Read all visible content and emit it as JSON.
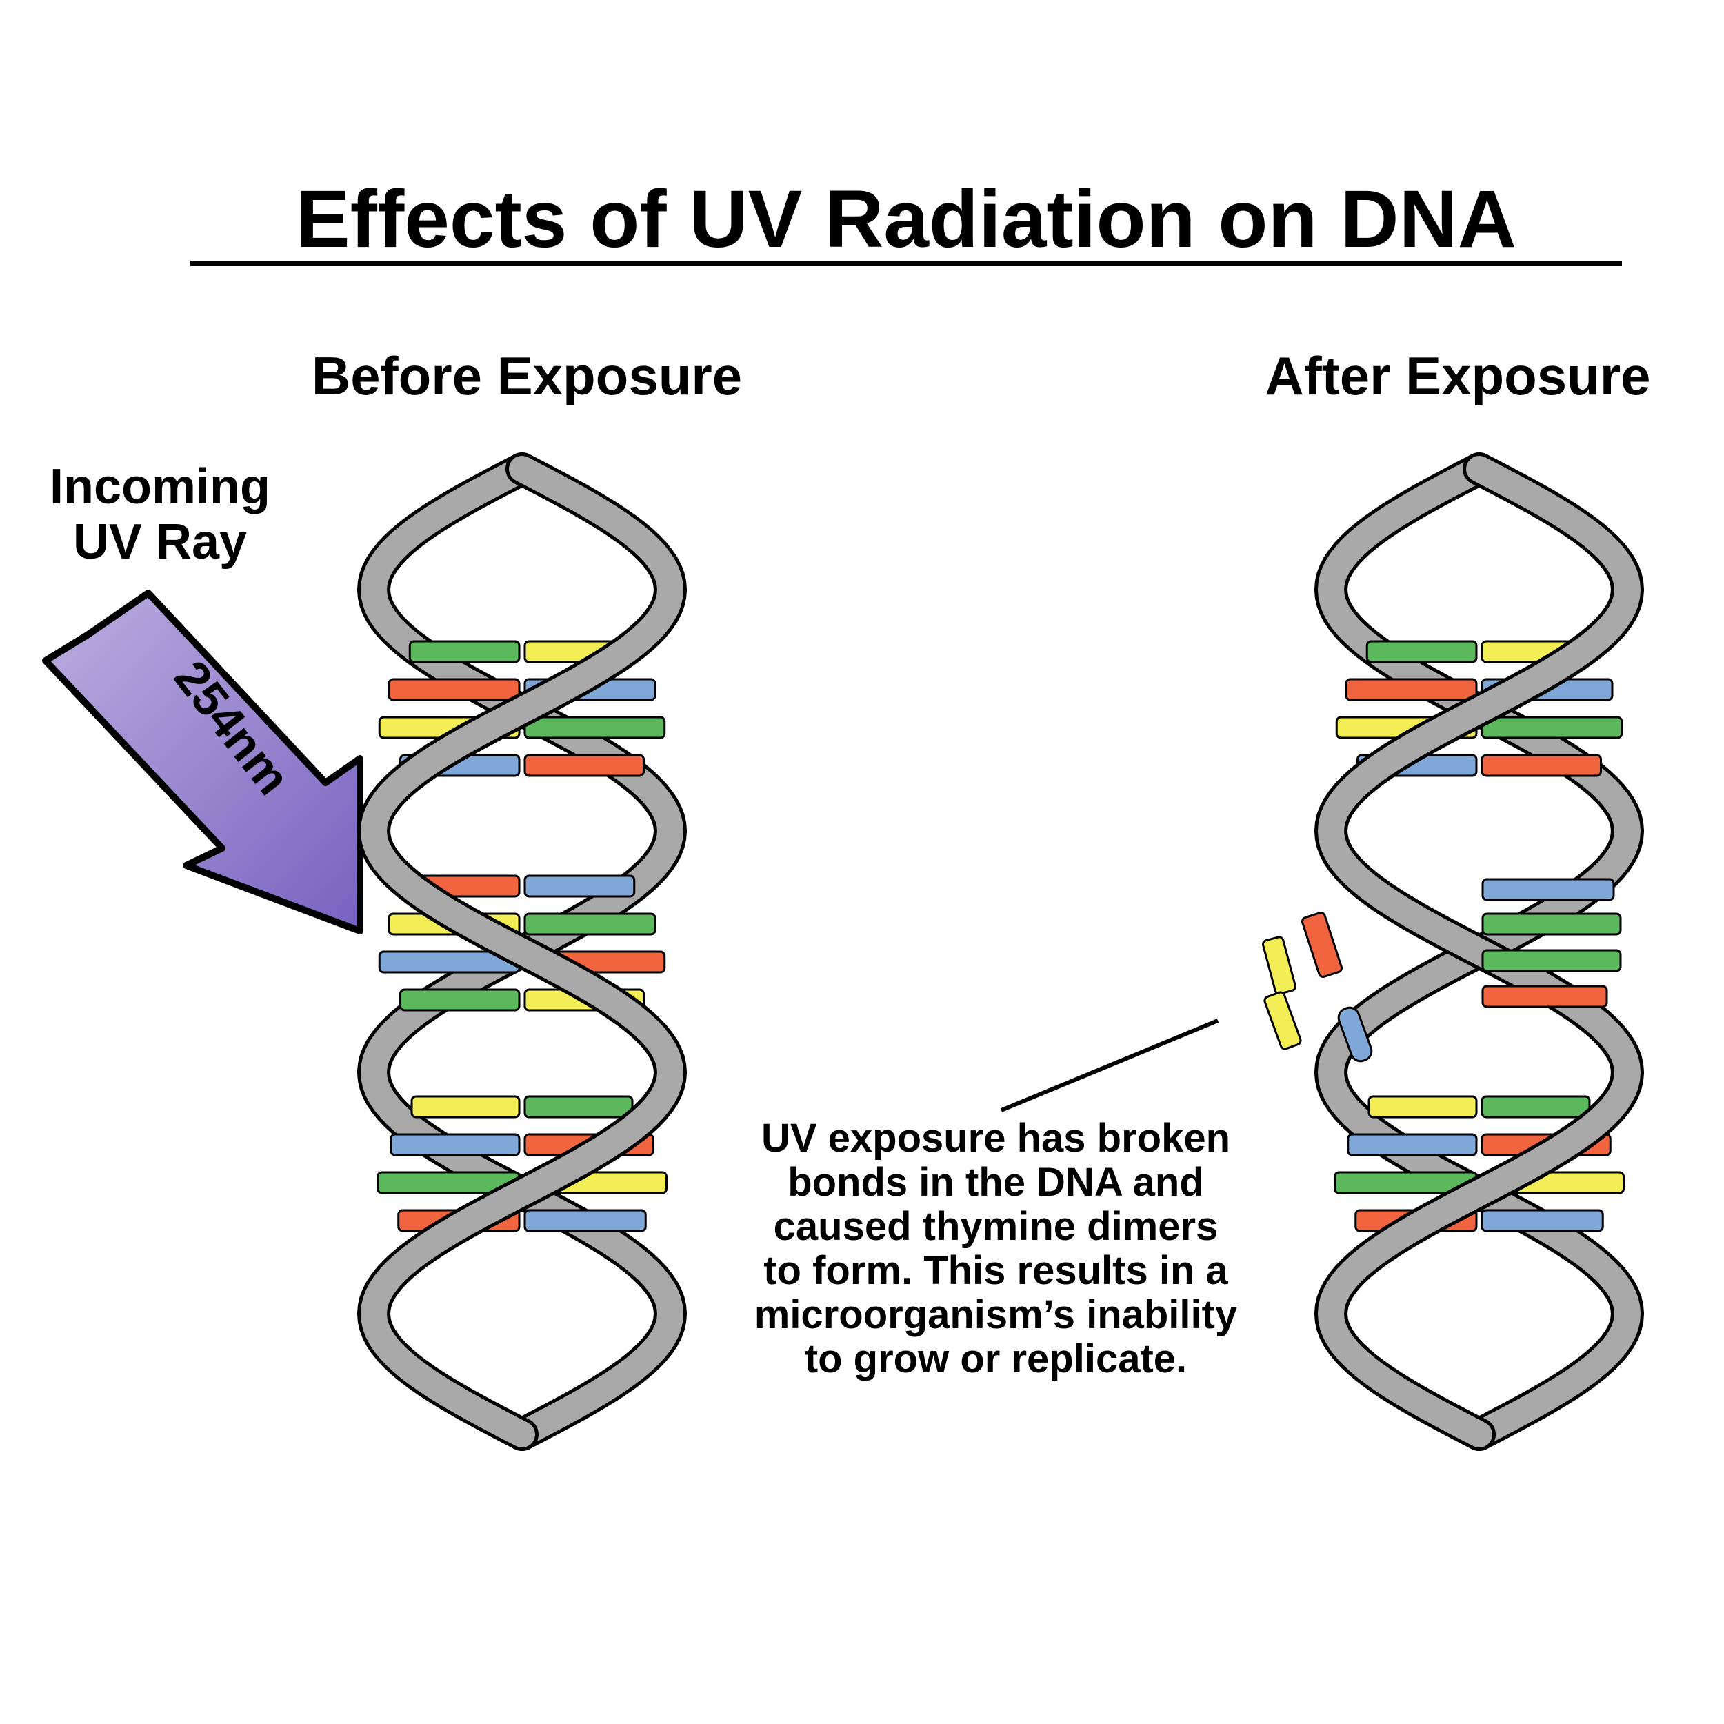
{
  "title": "Effects of UV Radiation on DNA",
  "before": {
    "heading": "Before Exposure"
  },
  "after": {
    "heading": "After Exposure"
  },
  "uv_ray": {
    "label_line1": "Incoming",
    "label_line2": "UV Ray",
    "wavelength": "254nm"
  },
  "caption": {
    "lines": [
      "UV exposure has broken",
      "bonds in the DNA and",
      "caused thymine dimers",
      "to form. This results in a",
      "microorganism’s inability",
      "to grow or replicate."
    ]
  },
  "colors": {
    "backbone": "#a9a9a9",
    "outline": "#000000",
    "green": "#5cb85c",
    "yellow": "#f3ee55",
    "red": "#f0643f",
    "blue": "#7fa8d8",
    "arrow_light": "#b7a8dc",
    "arrow_dark": "#7e66c2"
  }
}
